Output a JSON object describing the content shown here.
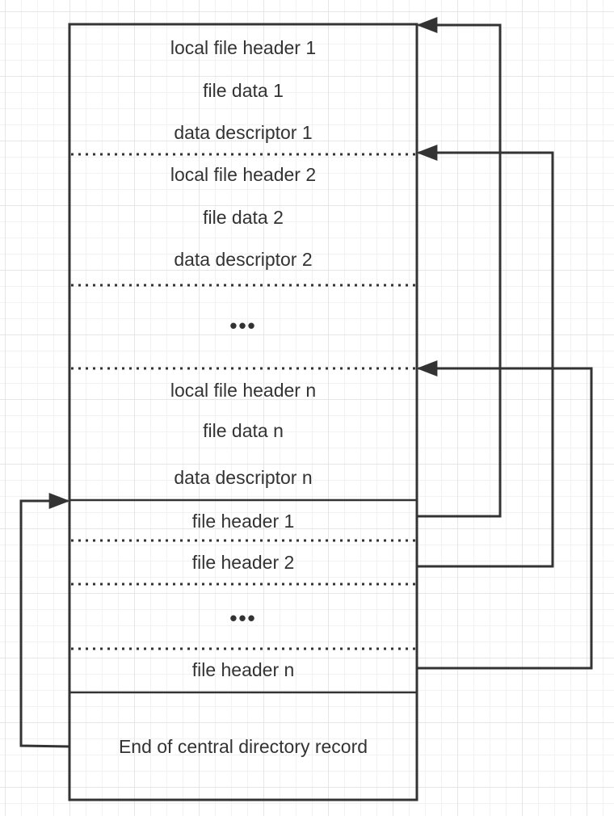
{
  "diagram": {
    "local_section": {
      "entry_1": {
        "local_file_header": "local file header 1",
        "file_data": "file data 1",
        "data_descriptor": "data descriptor 1"
      },
      "entry_2": {
        "local_file_header": "local file header 2",
        "file_data": "file data 2",
        "data_descriptor": "data descriptor 2"
      },
      "ellipsis": "•••",
      "entry_n": {
        "local_file_header": "local file header n",
        "file_data": "file data n",
        "data_descriptor": "data descriptor n"
      }
    },
    "central_directory": {
      "file_header_1": "file header 1",
      "file_header_2": "file header 2",
      "ellipsis": "•••",
      "file_header_n": "file header n"
    },
    "end_record": "End of central directory record"
  },
  "colors": {
    "stroke": "#333333",
    "text": "#333333",
    "grid": "#e6e6e6"
  }
}
